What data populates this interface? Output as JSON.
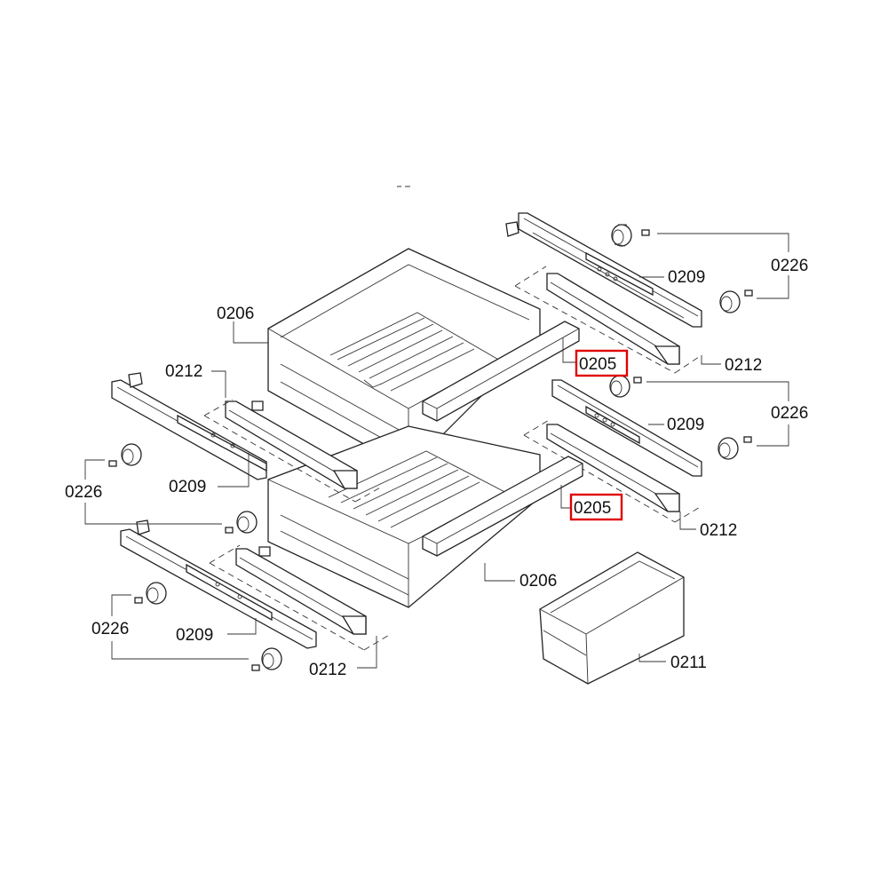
{
  "labels": {
    "l0206_top": "0206",
    "l0206_bottom": "0206",
    "l0212_left_top": "0212",
    "l0212_right_top": "0212",
    "l0212_right_mid": "0212",
    "l0212_left_bottom": "0212",
    "l0209_right_top": "0209",
    "l0209_right_mid": "0209",
    "l0209_left_top": "0209",
    "l0209_left_bottom": "0209",
    "l0226_right_top": "0226",
    "l0226_right_mid": "0226",
    "l0226_left_top": "0226",
    "l0226_left_bottom": "0226",
    "l0205_top": "0205",
    "l0205_bottom": "0205",
    "l0211": "0211"
  },
  "colors": {
    "highlight": "#e00000",
    "line": "#222222",
    "background": "#ffffff"
  }
}
